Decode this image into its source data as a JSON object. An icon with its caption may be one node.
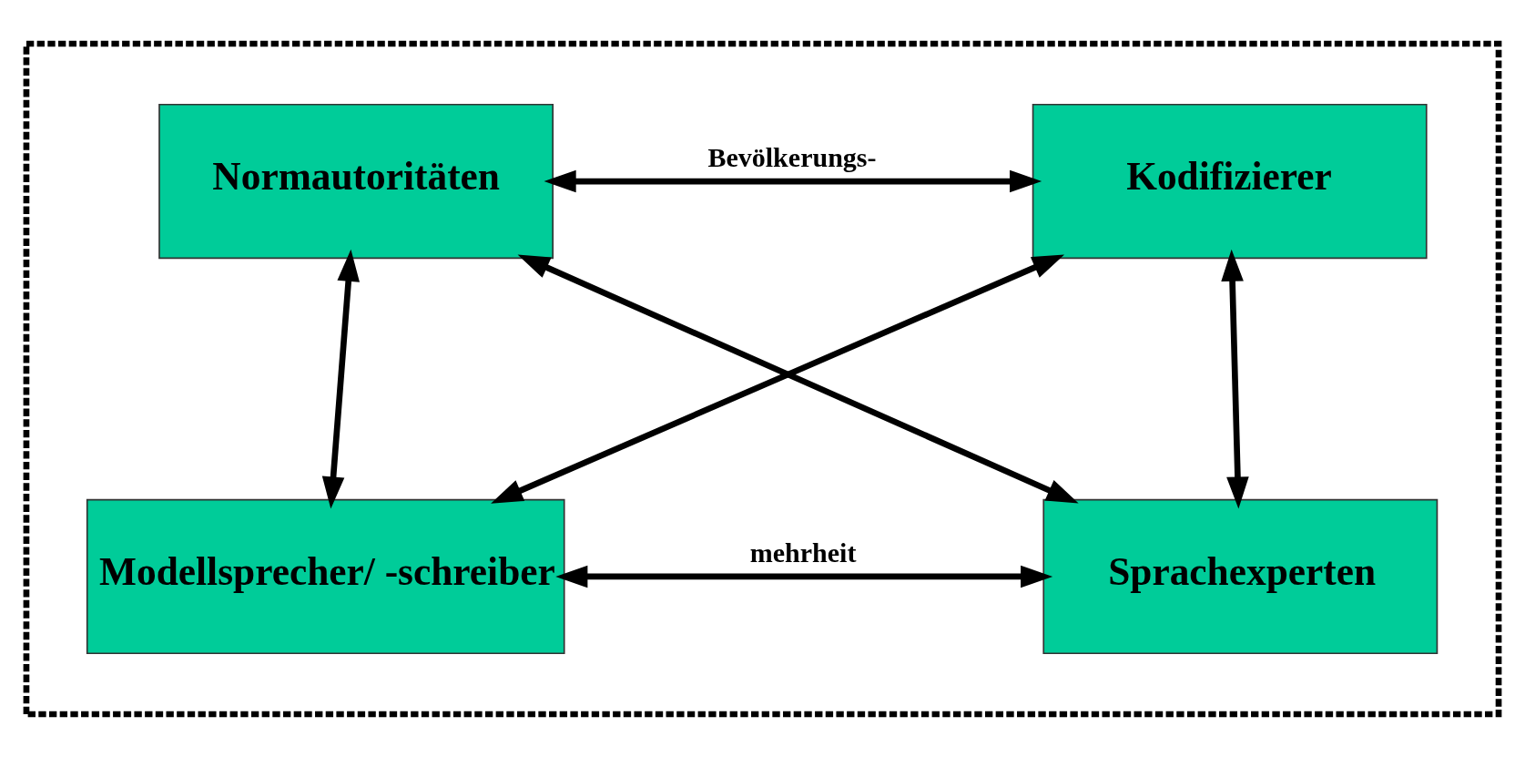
{
  "diagram": {
    "nodes": [
      {
        "text": [],
        "shape": "box"
      },
      {
        "text": [
          "Normautoritäten"
        ],
        "in": 0
      },
      {
        "text": [
          "Kodifizierer"
        ],
        "in": 0
      },
      {
        "text": [
          "Modellsprecher/ -schreiber"
        ],
        "in": 0
      },
      {
        "text": [
          "Sprachexperten"
        ],
        "in": 0
      }
    ],
    "edges": [
      {
        "from": 1,
        "to": 2,
        "arrow": "both",
        "label": "Bevölkerungs-"
      },
      {
        "from": 1,
        "to": 3,
        "arrow": "both"
      },
      {
        "from": 1,
        "to": 4,
        "arrow": "both"
      },
      {
        "from": 2,
        "to": 3,
        "arrow": "both"
      },
      {
        "from": 2,
        "to": 4,
        "arrow": "both"
      },
      {
        "from": 3,
        "to": 4,
        "arrow": "both",
        "label": "mehrheit"
      }
    ]
  }
}
